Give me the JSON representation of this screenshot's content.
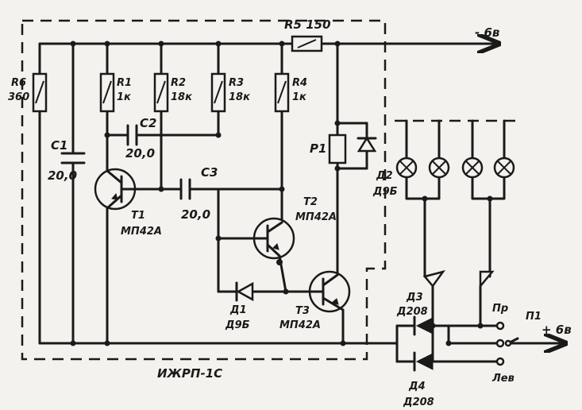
{
  "labels": {
    "r5": "R5 150",
    "supply_minus": "- 6в",
    "r6_name": "R6",
    "r6_value": "360",
    "r1_name": "R1",
    "r1_value": "1к",
    "r2_name": "R2",
    "r2_value": "18к",
    "r3_name": "R3",
    "r3_value": "18к",
    "r4_name": "R4",
    "r4_value": "1к",
    "c1_name": "C1",
    "c1_value": "20,0",
    "c2_name": "C2",
    "c2_value": "20,0",
    "c3_name": "C3",
    "c3_value": "20,0",
    "t1_name": "T1",
    "t1_type": "МП42А",
    "t2_name": "T2",
    "t2_type": "МП42А",
    "t3_name": "T3",
    "t3_type": "МП42А",
    "p1_name": "P1",
    "d1_name": "Д1",
    "d1_type": "Д9Б",
    "d2_name": "Д2",
    "d2_type": "Д9Б",
    "d3_name": "Д3",
    "d3_type": "Д208",
    "d4_name": "Д4",
    "d4_type": "Д208",
    "right_label": "Пр",
    "left_label": "Лев",
    "switch_label": "П1",
    "supply_plus": "+ 6в",
    "module_label": "ИЖРП-1С"
  }
}
